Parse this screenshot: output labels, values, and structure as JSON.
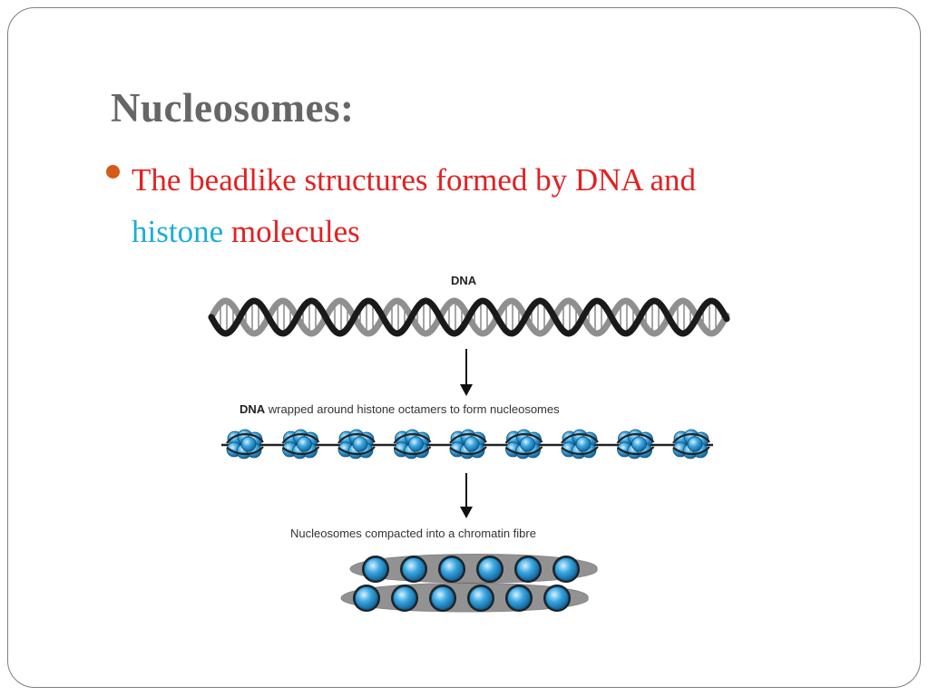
{
  "slide": {
    "title": "Nucleosomes:",
    "bullet": {
      "part1": "The beadlike structures formed by DNA and",
      "highlight": "histone",
      "part2": "molecules"
    }
  },
  "diagram": {
    "label_top": "DNA",
    "label_middle_bold": "DNA",
    "label_middle_rest": " wrapped around histone octamers to form nucleosomes",
    "label_bottom": "Nucleosomes compacted into a chromatin fibre",
    "nucleosome_count": 9,
    "fibre_rows": [
      6,
      6
    ]
  },
  "colors": {
    "title": "#666666",
    "bullet_text": "#e32020",
    "highlight": "#1aaed6",
    "bullet_dot": "#d65a1a",
    "histone_blue": "#3aa6e0"
  }
}
